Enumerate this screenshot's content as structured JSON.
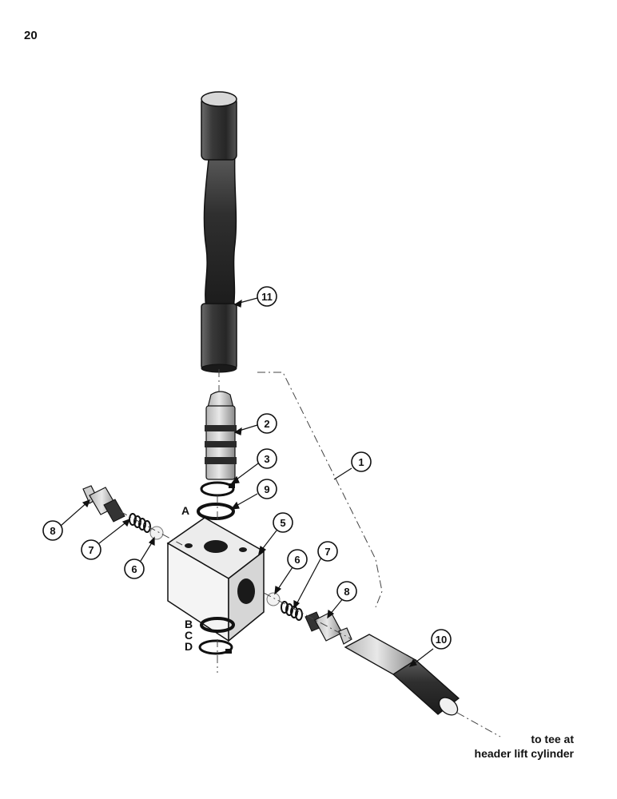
{
  "page_number": "20",
  "callouts": {
    "c1": "1",
    "c2": "2",
    "c3": "3",
    "c5": "5",
    "c6a": "6",
    "c6b": "6",
    "c7a": "7",
    "c7b": "7",
    "c8a": "8",
    "c8b": "8",
    "c9": "9",
    "c10": "10",
    "c11": "11"
  },
  "port_labels": {
    "a": "A",
    "b": "B",
    "c": "C",
    "d": "D"
  },
  "note": {
    "line1": "to tee at",
    "line2": "header lift cylinder"
  }
}
